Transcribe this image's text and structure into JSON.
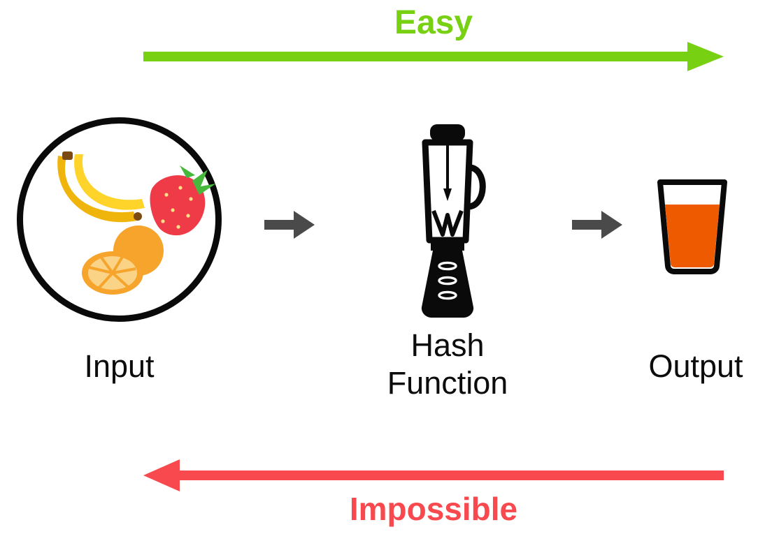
{
  "labels": {
    "easy": "Easy",
    "input": "Input",
    "hash_function": "Hash Function",
    "output": "Output",
    "impossible": "Impossible"
  },
  "icons": {
    "input_contents": [
      "banana-icon",
      "strawberry-icon",
      "orange-icon"
    ],
    "process": "blender-icon",
    "output": "juice-glass-icon",
    "flow": [
      "arrow-right-icon",
      "arrow-right-icon"
    ],
    "top_arrow": "green-right-arrow-icon",
    "bottom_arrow": "red-left-arrow-icon"
  },
  "colors": {
    "easy-green": "#77d112",
    "impossible-red": "#f8494f",
    "arrow-gray": "#4a4a4a",
    "juice-orange": "#ee5a00",
    "outline-black": "#0a0a0a"
  }
}
